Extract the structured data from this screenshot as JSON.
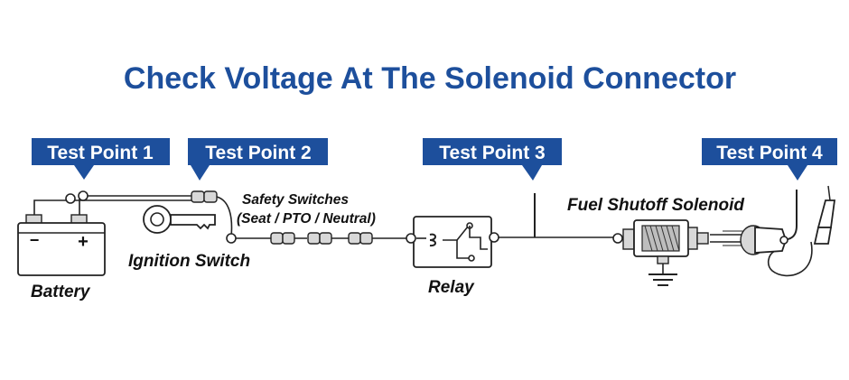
{
  "title": "Check Voltage At The Solenoid Connector",
  "test_points": [
    {
      "label": "Test Point 1"
    },
    {
      "label": "Test Point 2"
    },
    {
      "label": "Test Point 3"
    },
    {
      "label": "Test Point 4"
    }
  ],
  "components": {
    "battery": {
      "label": "Battery",
      "minus": "−",
      "plus": "+"
    },
    "ignition_switch": {
      "label": "Ignition Switch"
    },
    "safety_switches": {
      "label_line1": "Safety Switches",
      "label_line2": "(Seat / PTO / Neutral)"
    },
    "relay": {
      "label": "Relay"
    },
    "fuel_solenoid": {
      "label": "Fuel Shutoff Solenoid"
    }
  },
  "colors": {
    "accent": "#1d4f9c",
    "callout_text": "#ffffff",
    "line": "#222222"
  },
  "icons": [
    "battery-icon",
    "key-icon",
    "relay-icon",
    "solenoid-icon",
    "ground-icon",
    "probe-icon"
  ]
}
